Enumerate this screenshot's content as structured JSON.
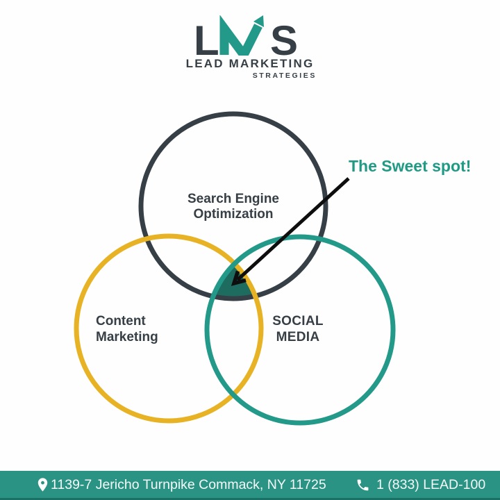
{
  "logo": {
    "letter_l": "L",
    "letter_s": "S",
    "name_line": "LEAD MARKETING",
    "tagline": "STRATEGIES"
  },
  "diagram": {
    "sweet_spot_label": "The Sweet spot!",
    "intersection_fill": "#1E6B5F",
    "circles": [
      {
        "id": "seo",
        "line1": "Search Engine",
        "line2": "Optimization",
        "color": "#363E46"
      },
      {
        "id": "content-marketing",
        "line1": "Content",
        "line2": "Marketing",
        "color": "#E7B224"
      },
      {
        "id": "social-media",
        "line1": "SOCIAL",
        "line2": "MEDIA",
        "color": "#23998A"
      }
    ]
  },
  "footer": {
    "address": "1139-7 Jericho Turnpike Commack, NY 11725",
    "phone": "1 (833) LEAD-100",
    "background": "#2B9383"
  },
  "colors": {
    "dark": "#363E46",
    "yellow": "#E7B224",
    "teal": "#23998A",
    "sweet_spot_text": "#1F9B85",
    "arrow": "#0E0E0E",
    "footer_bg": "#2B9383",
    "footer_edge": "#1B7065",
    "background": "#FEFEFE",
    "text_on_footer": "#F4FBF9"
  }
}
